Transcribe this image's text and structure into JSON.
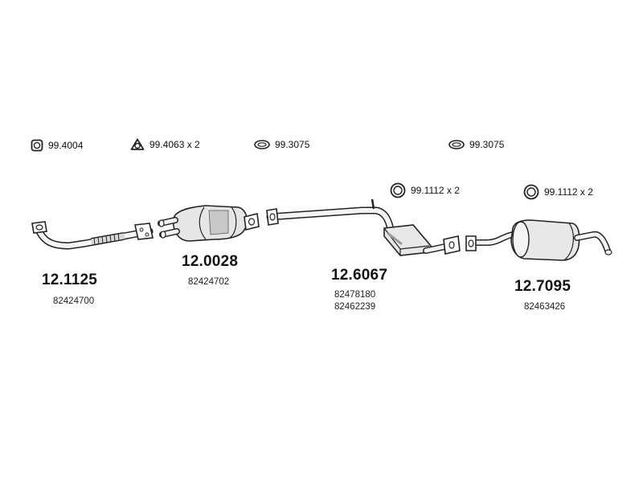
{
  "gaskets": [
    {
      "code": "99.4004",
      "icon": "square-gasket-icon"
    },
    {
      "code": "99.4063 x 2",
      "icon": "triangle-gasket-icon"
    },
    {
      "code": "99.3075",
      "icon": "oval-clamp-icon"
    },
    {
      "code": "99.3075",
      "icon": "oval-clamp-icon"
    },
    {
      "code": "99.1112 x 2",
      "icon": "ring-gasket-icon"
    },
    {
      "code": "99.1112 x 2",
      "icon": "ring-gasket-icon"
    }
  ],
  "parts": [
    {
      "number": "12.1125",
      "oem": [
        "82424700"
      ],
      "name": "front-pipe"
    },
    {
      "number": "12.0028",
      "oem": [
        "82424702"
      ],
      "name": "catalytic-converter"
    },
    {
      "number": "12.6067",
      "oem": [
        "82478180",
        "82462239"
      ],
      "name": "middle-silencer"
    },
    {
      "number": "12.7095",
      "oem": [
        "82463426"
      ],
      "name": "rear-silencer"
    }
  ],
  "colors": {
    "line": "#222222",
    "fill_light": "#f4f4f4",
    "fill_mid": "#d9d9d9",
    "fill_dark": "#9a9a9a"
  }
}
